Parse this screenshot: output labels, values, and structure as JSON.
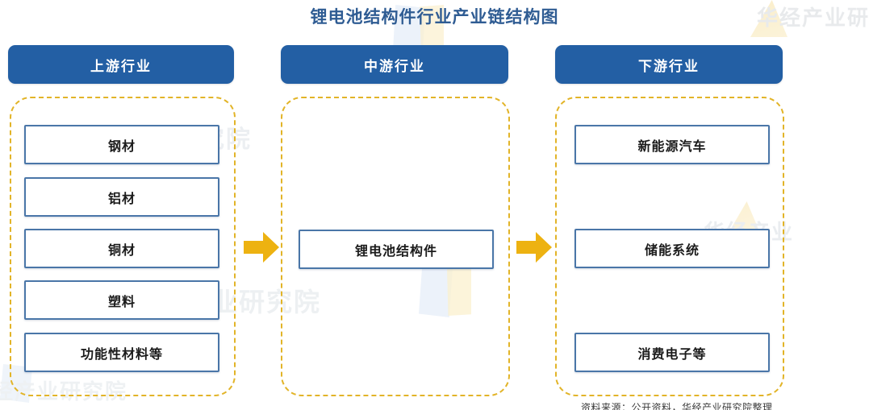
{
  "title": "锂电池结构件行业产业链结构图",
  "theme": {
    "header_blue": "#235fa4",
    "title_blue": "#2f5c93",
    "dash_gold": "#e2b428",
    "arrow_gold": "#edb211",
    "node_border": "#4a76a8"
  },
  "columns": [
    {
      "header": "上游行业",
      "nodes": [
        "钢材",
        "铝材",
        "铜材",
        "塑料",
        "功能性材料等"
      ]
    },
    {
      "header": "中游行业",
      "nodes": [
        "锂电池结构件"
      ]
    },
    {
      "header": "下游行业",
      "nodes": [
        "新能源汽车",
        "储能系统",
        "消费电子等"
      ]
    }
  ],
  "arrows": [
    {
      "name": "upstream-to-midstream",
      "direction": "right"
    },
    {
      "name": "midstream-to-downstream",
      "direction": "right"
    }
  ],
  "watermarks": [
    "华经产业研",
    "经产业研究院",
    "华经产业",
    "业研究院",
    "经产业研究院"
  ],
  "source_note": "资料来源：公开资料，华经产业研究院整理"
}
